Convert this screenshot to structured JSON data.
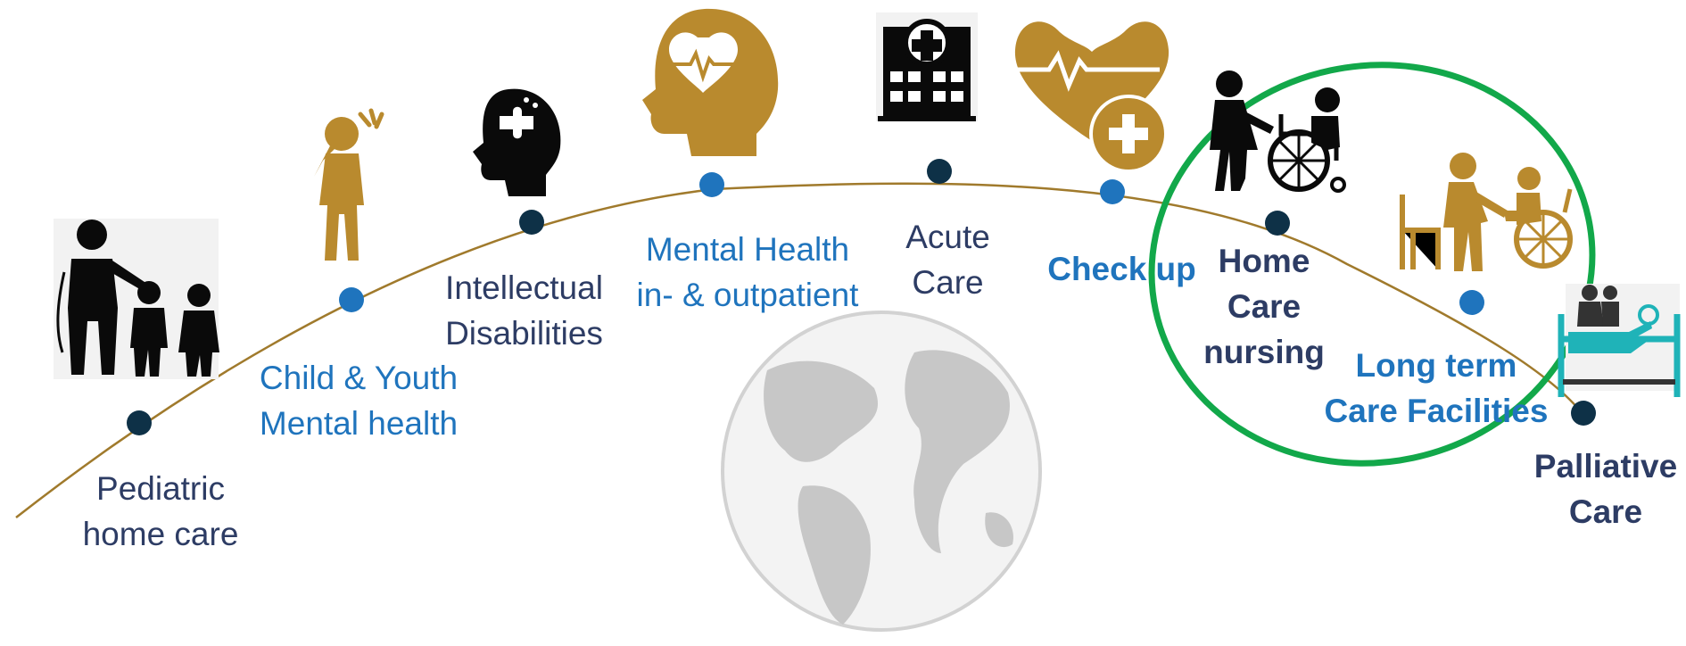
{
  "colors": {
    "gold": "#b98a2e",
    "black": "#0a0a0a",
    "navy_dot": "#0e3147",
    "blue_dot": "#1f74bd",
    "blue_text": "#1f74bd",
    "navy_text": "#2d3c64",
    "curve": "#a07a2c",
    "highlight_ring": "#12a84a",
    "globe": "#c7c7c7"
  },
  "stages": [
    {
      "id": "pediatric",
      "lines": [
        "Pediatric",
        "home care"
      ],
      "color": "navy",
      "bold": false,
      "icon": "doctor-with-children-icon"
    },
    {
      "id": "child-youth",
      "lines": [
        "Child & Youth",
        "Mental health"
      ],
      "color": "blue",
      "bold": false,
      "icon": "distressed-child-icon"
    },
    {
      "id": "intellectual",
      "lines": [
        "Intellectual",
        "Disabilities"
      ],
      "color": "navy",
      "bold": false,
      "icon": "head-puzzle-icon"
    },
    {
      "id": "mental-health",
      "lines": [
        "Mental Health",
        "in- & outpatient"
      ],
      "color": "blue",
      "bold": false,
      "icon": "head-heartbeat-icon"
    },
    {
      "id": "acute",
      "lines": [
        "Acute",
        "Care"
      ],
      "color": "navy",
      "bold": false,
      "icon": "hospital-building-icon"
    },
    {
      "id": "checkup",
      "lines": [
        "Check up"
      ],
      "color": "blue",
      "bold": true,
      "icon": "heart-plus-icon"
    },
    {
      "id": "home-care",
      "lines": [
        "Home",
        "Care",
        "nursing"
      ],
      "color": "navy",
      "bold": true,
      "icon": "caregiver-wheelchair-icon"
    },
    {
      "id": "long-term",
      "lines": [
        "Long term",
        "Care Facilities"
      ],
      "color": "blue",
      "bold": true,
      "icon": "caregiver-feeding-icon"
    },
    {
      "id": "palliative",
      "lines": [
        "Palliative",
        "Care"
      ],
      "color": "navy",
      "bold": true,
      "icon": "patient-bed-icon"
    }
  ]
}
